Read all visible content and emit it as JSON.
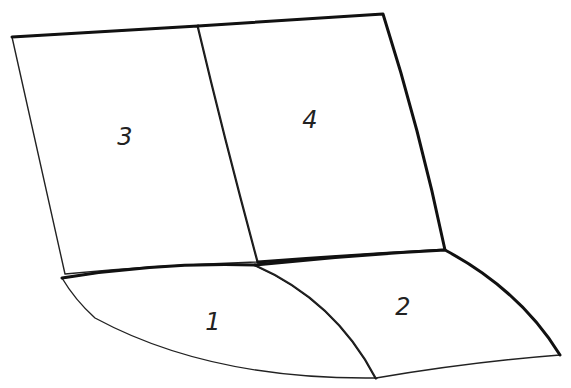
{
  "diagram": {
    "nodes": [
      {
        "text": [
          "3"
        ]
      },
      {
        "text": [
          "4"
        ]
      },
      {
        "text": [
          "1"
        ]
      },
      {
        "text": [
          "2"
        ]
      }
    ]
  }
}
